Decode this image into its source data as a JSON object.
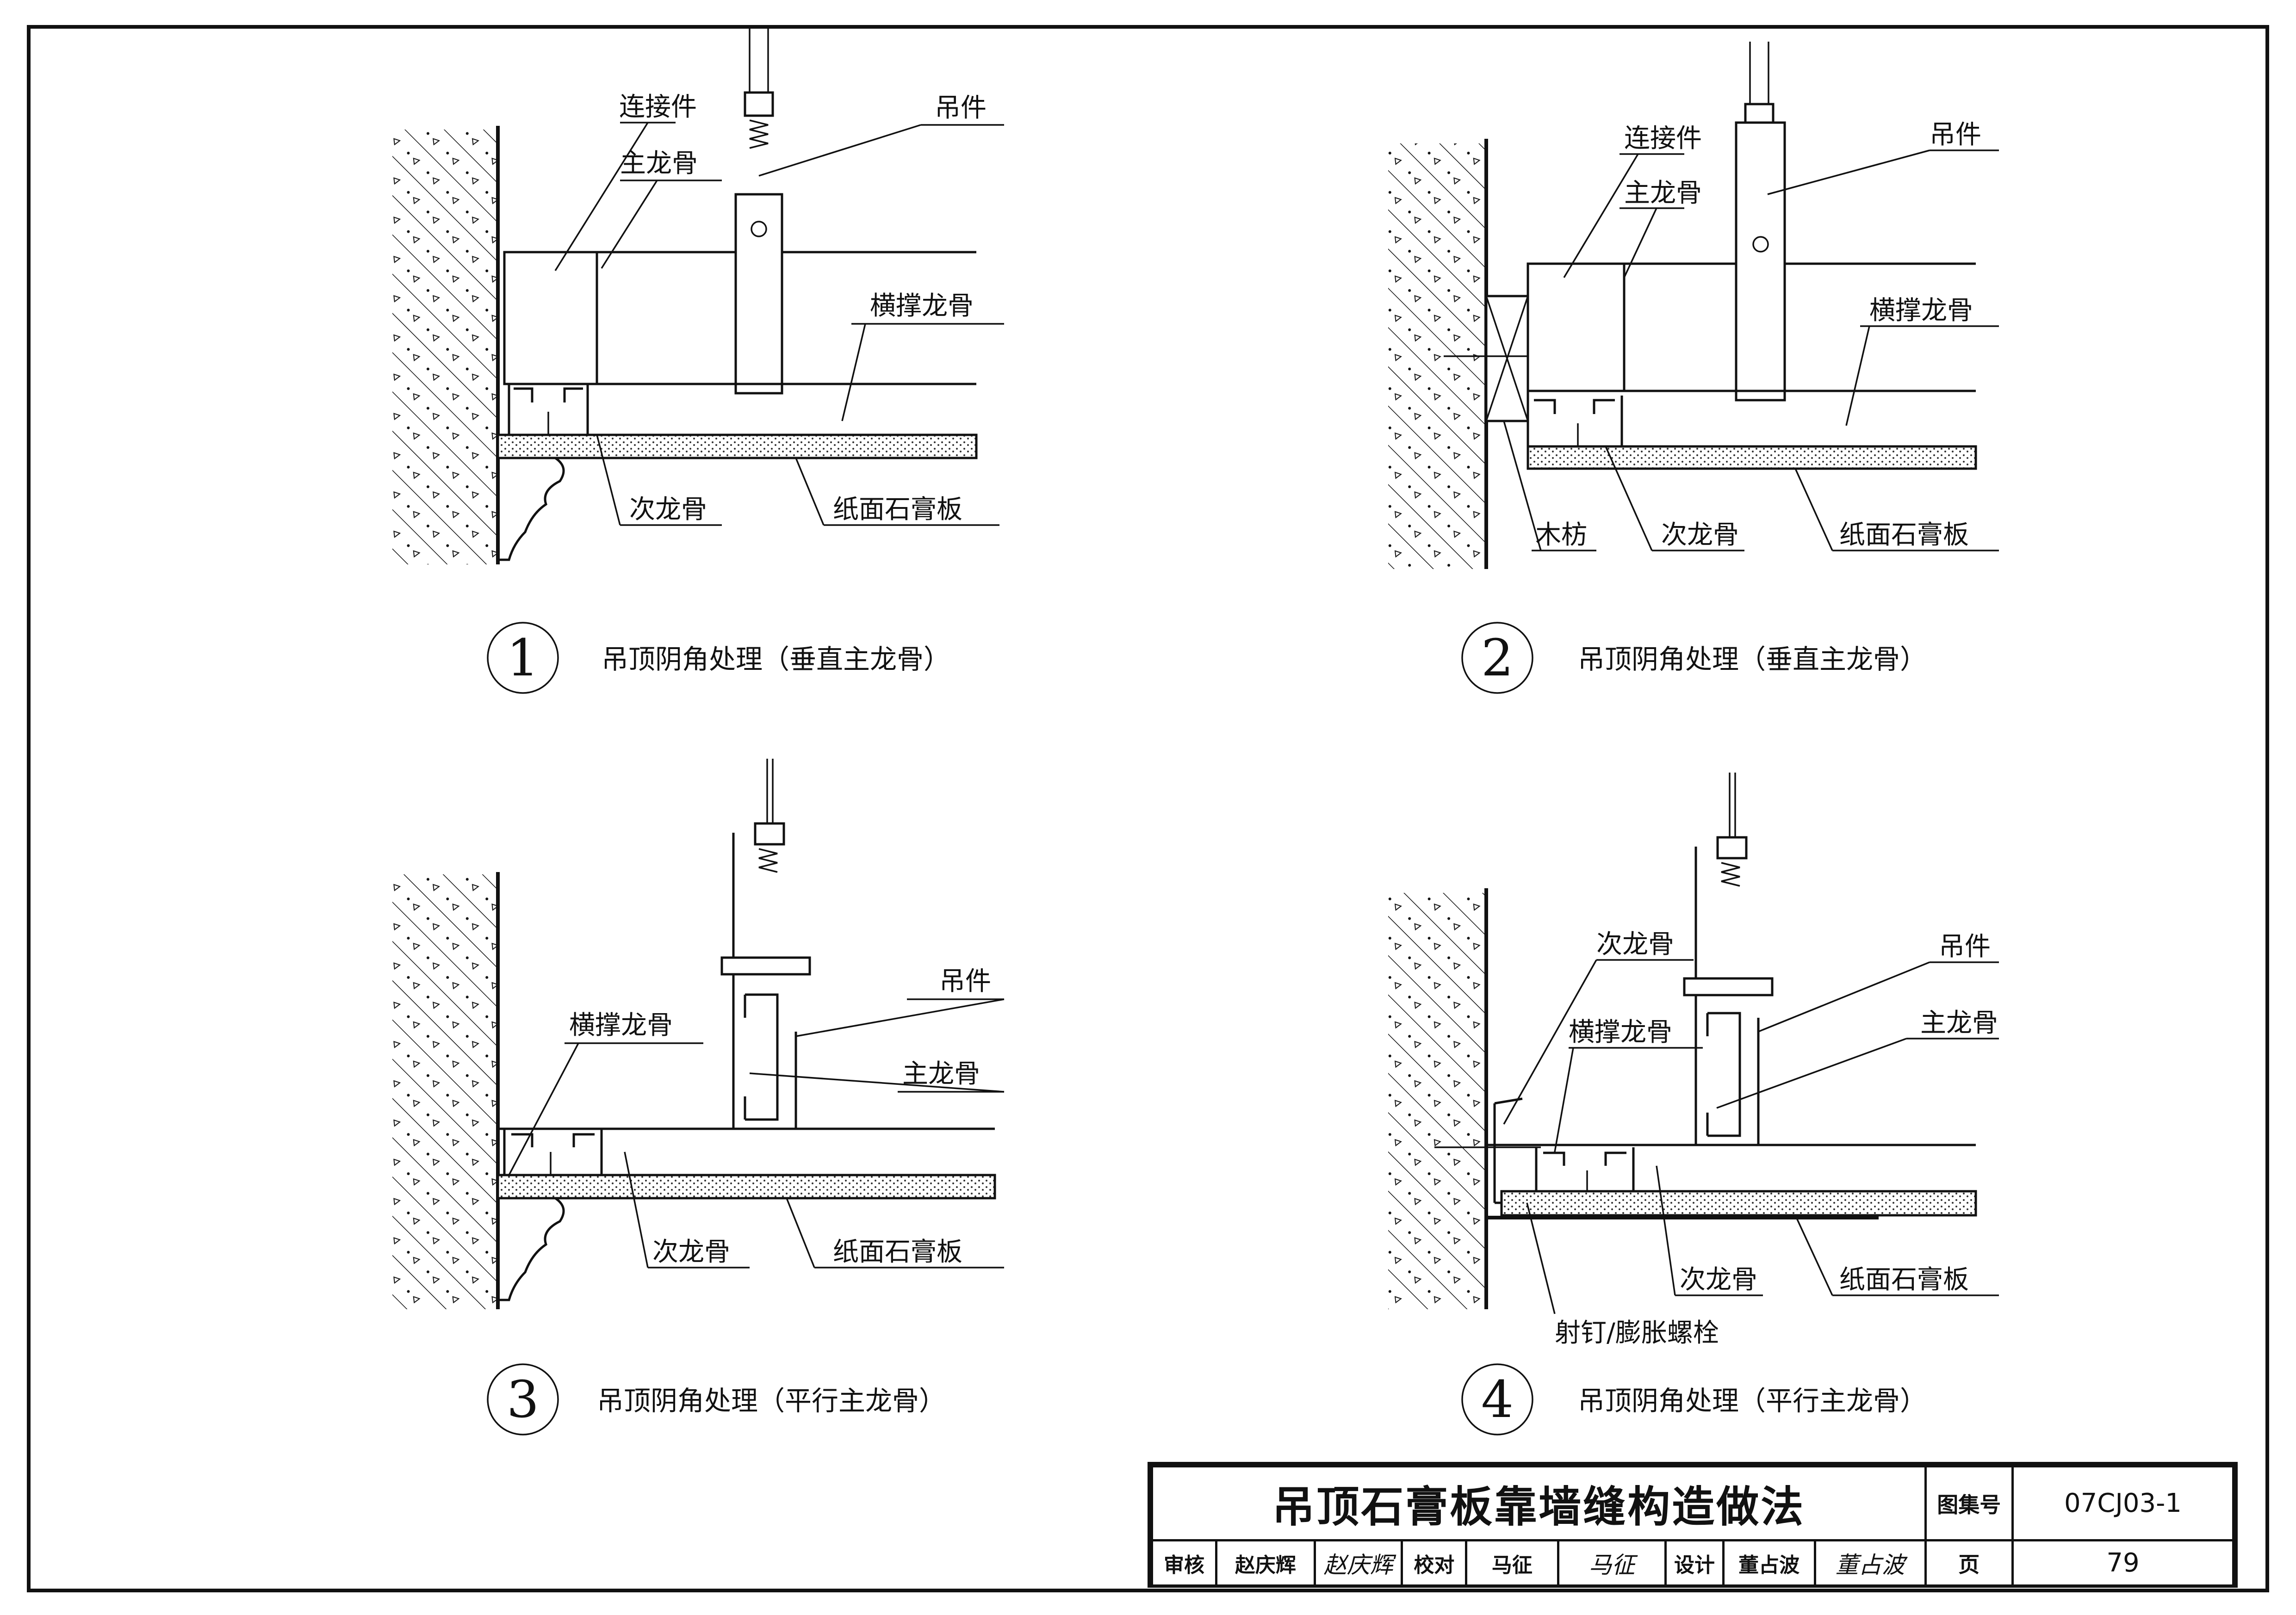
{
  "details": [
    {
      "number": "1",
      "caption": "吊顶阴角处理（垂直主龙骨）",
      "labels": {
        "connector": "连接件",
        "hanger": "吊件",
        "main_keel": "主龙骨",
        "cross_keel": "横撑龙骨",
        "sub_keel": "次龙骨",
        "gypsum_board": "纸面石膏板"
      }
    },
    {
      "number": "2",
      "caption": "吊顶阴角处理（垂直主龙骨）",
      "labels": {
        "connector": "连接件",
        "hanger": "吊件",
        "main_keel": "主龙骨",
        "cross_keel": "横撑龙骨",
        "wood_block": "木枋",
        "sub_keel": "次龙骨",
        "gypsum_board": "纸面石膏板"
      }
    },
    {
      "number": "3",
      "caption": "吊顶阴角处理（平行主龙骨）",
      "labels": {
        "cross_keel": "横撑龙骨",
        "hanger": "吊件",
        "main_keel": "主龙骨",
        "sub_keel": "次龙骨",
        "gypsum_board": "纸面石膏板"
      }
    },
    {
      "number": "4",
      "caption": "吊顶阴角处理（平行主龙骨）",
      "labels": {
        "sub_keel_top": "次龙骨",
        "hanger": "吊件",
        "cross_keel": "横撑龙骨",
        "main_keel": "主龙骨",
        "sub_keel": "次龙骨",
        "gypsum_board": "纸面石膏板",
        "nail_bolt": "射钉/膨胀螺栓"
      }
    }
  ],
  "title_block": {
    "title": "吊顶石膏板靠墙缝构造做法",
    "atlas_label": "图集号",
    "atlas_no": "07CJ03-1",
    "page_label": "页",
    "page_no": "79",
    "review_label": "审核",
    "review_name": "赵庆辉",
    "review_sig": "赵庆辉",
    "check_label": "校对",
    "check_name": "马征",
    "check_sig": "马征",
    "design_label": "设计",
    "design_name": "董占波",
    "design_sig": "董占波"
  }
}
